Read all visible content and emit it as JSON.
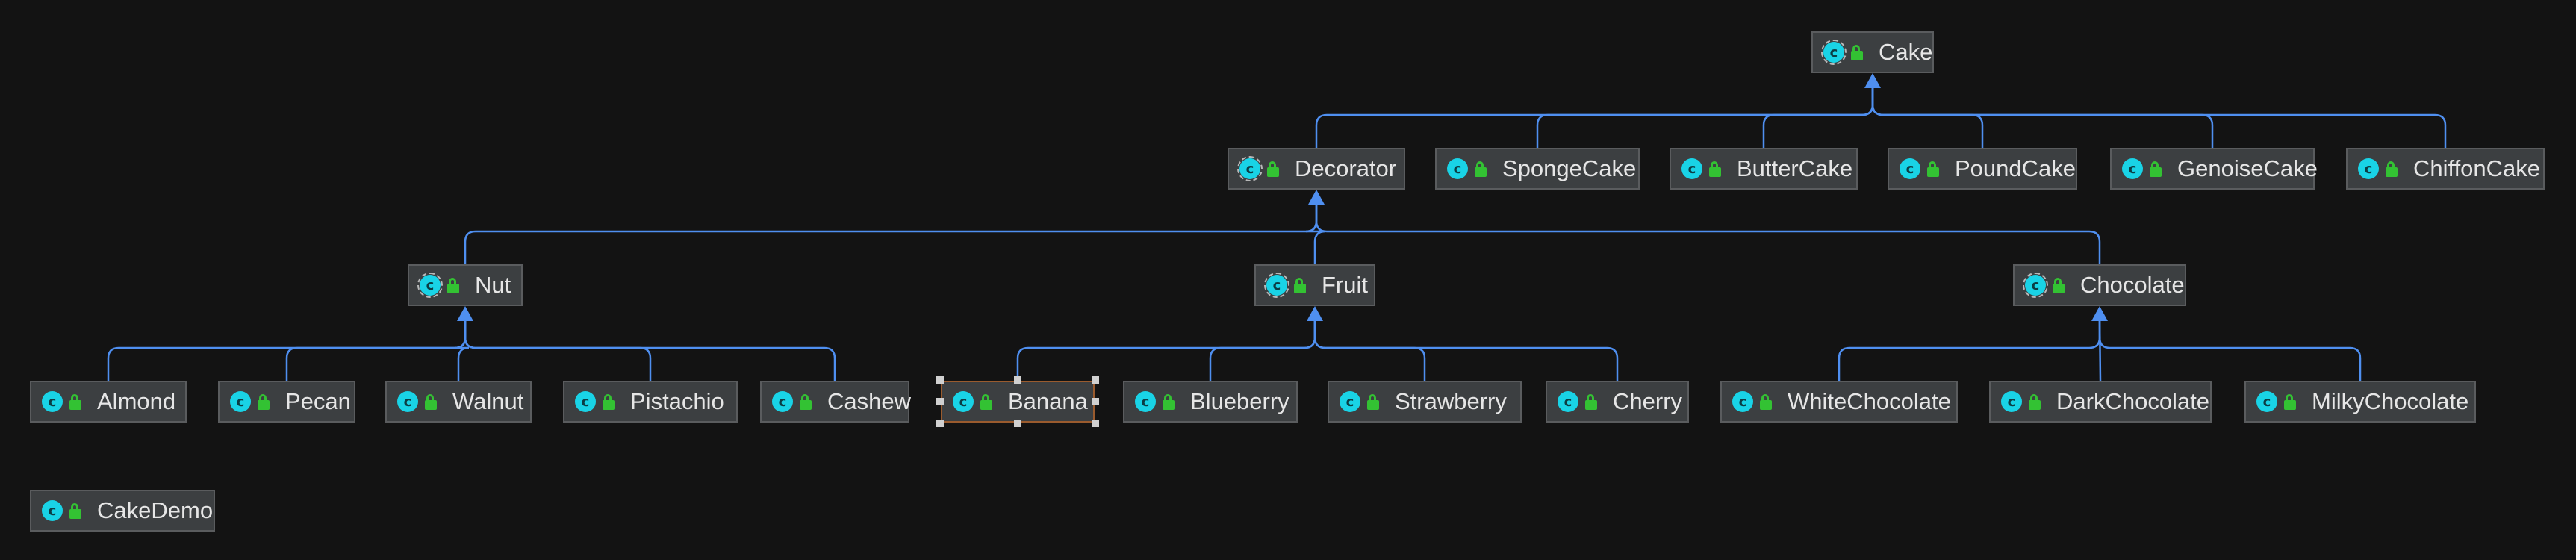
{
  "diagram": {
    "colors": {
      "background": "#131313",
      "edge": "#4f8ff0",
      "node_bg": "#3c3f41",
      "class_icon": "#19d3e6",
      "access_icon": "#33c233",
      "selection": "#9a5b2e"
    },
    "nodes": [
      {
        "id": "cake",
        "label": "Cake",
        "kind": "abstract-class"
      },
      {
        "id": "decorator",
        "label": "Decorator",
        "kind": "abstract-class"
      },
      {
        "id": "spongecake",
        "label": "SpongeCake",
        "kind": "class"
      },
      {
        "id": "buttercake",
        "label": "ButterCake",
        "kind": "class"
      },
      {
        "id": "poundcake",
        "label": "PoundCake",
        "kind": "class"
      },
      {
        "id": "genoisecake",
        "label": "GenoiseCake",
        "kind": "class"
      },
      {
        "id": "chiffoncake",
        "label": "ChiffonCake",
        "kind": "class"
      },
      {
        "id": "nut",
        "label": "Nut",
        "kind": "abstract-class"
      },
      {
        "id": "fruit",
        "label": "Fruit",
        "kind": "abstract-class"
      },
      {
        "id": "chocolate",
        "label": "Chocolate",
        "kind": "abstract-class"
      },
      {
        "id": "almond",
        "label": "Almond",
        "kind": "class"
      },
      {
        "id": "pecan",
        "label": "Pecan",
        "kind": "class"
      },
      {
        "id": "walnut",
        "label": "Walnut",
        "kind": "class"
      },
      {
        "id": "pistachio",
        "label": "Pistachio",
        "kind": "class"
      },
      {
        "id": "cashew",
        "label": "Cashew",
        "kind": "class"
      },
      {
        "id": "banana",
        "label": "Banana",
        "kind": "class",
        "selected": true
      },
      {
        "id": "blueberry",
        "label": "Blueberry",
        "kind": "class"
      },
      {
        "id": "strawberry",
        "label": "Strawberry",
        "kind": "class"
      },
      {
        "id": "cherry",
        "label": "Cherry",
        "kind": "class"
      },
      {
        "id": "whitechocolate",
        "label": "WhiteChocolate",
        "kind": "class"
      },
      {
        "id": "darkchocolate",
        "label": "DarkChocolate",
        "kind": "class"
      },
      {
        "id": "milkychocolate",
        "label": "MilkyChocolate",
        "kind": "class"
      },
      {
        "id": "cakedemo",
        "label": "CakeDemo",
        "kind": "class"
      }
    ],
    "edges": [
      {
        "from": "decorator",
        "to": "cake"
      },
      {
        "from": "spongecake",
        "to": "cake"
      },
      {
        "from": "buttercake",
        "to": "cake"
      },
      {
        "from": "poundcake",
        "to": "cake"
      },
      {
        "from": "genoisecake",
        "to": "cake"
      },
      {
        "from": "chiffoncake",
        "to": "cake"
      },
      {
        "from": "nut",
        "to": "decorator"
      },
      {
        "from": "fruit",
        "to": "decorator"
      },
      {
        "from": "chocolate",
        "to": "decorator"
      },
      {
        "from": "almond",
        "to": "nut"
      },
      {
        "from": "pecan",
        "to": "nut"
      },
      {
        "from": "walnut",
        "to": "nut"
      },
      {
        "from": "pistachio",
        "to": "nut"
      },
      {
        "from": "cashew",
        "to": "nut"
      },
      {
        "from": "banana",
        "to": "fruit"
      },
      {
        "from": "blueberry",
        "to": "fruit"
      },
      {
        "from": "strawberry",
        "to": "fruit"
      },
      {
        "from": "cherry",
        "to": "fruit"
      },
      {
        "from": "whitechocolate",
        "to": "chocolate"
      },
      {
        "from": "darkchocolate",
        "to": "chocolate"
      },
      {
        "from": "milkychocolate",
        "to": "chocolate"
      }
    ]
  }
}
